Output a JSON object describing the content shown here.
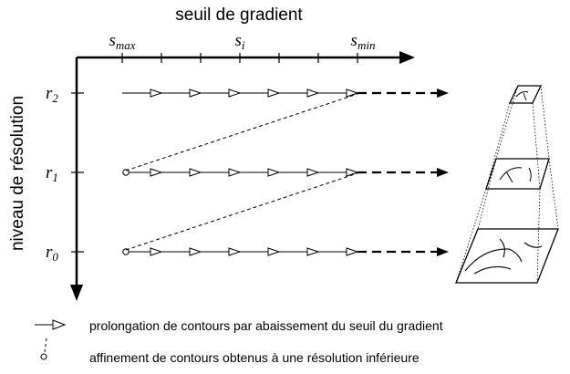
{
  "diagram": {
    "x_axis_title": "seuil de gradient",
    "y_axis_title": "niveau de résolution",
    "x_ticks": [
      {
        "base": "s",
        "sub": "max"
      },
      {
        "base": "s",
        "sub": "i"
      },
      {
        "base": "s",
        "sub": "min"
      }
    ],
    "y_ticks": [
      {
        "base": "r",
        "sub": "2"
      },
      {
        "base": "r",
        "sub": "1"
      },
      {
        "base": "r",
        "sub": "0"
      }
    ],
    "legend": [
      {
        "symbol": "open-arrow",
        "text": "prolongation de contours par abaissement du seuil du gradient"
      },
      {
        "symbol": "dashed-circle",
        "text": "affinement de contours obtenus à une résolution inférieure"
      }
    ]
  }
}
